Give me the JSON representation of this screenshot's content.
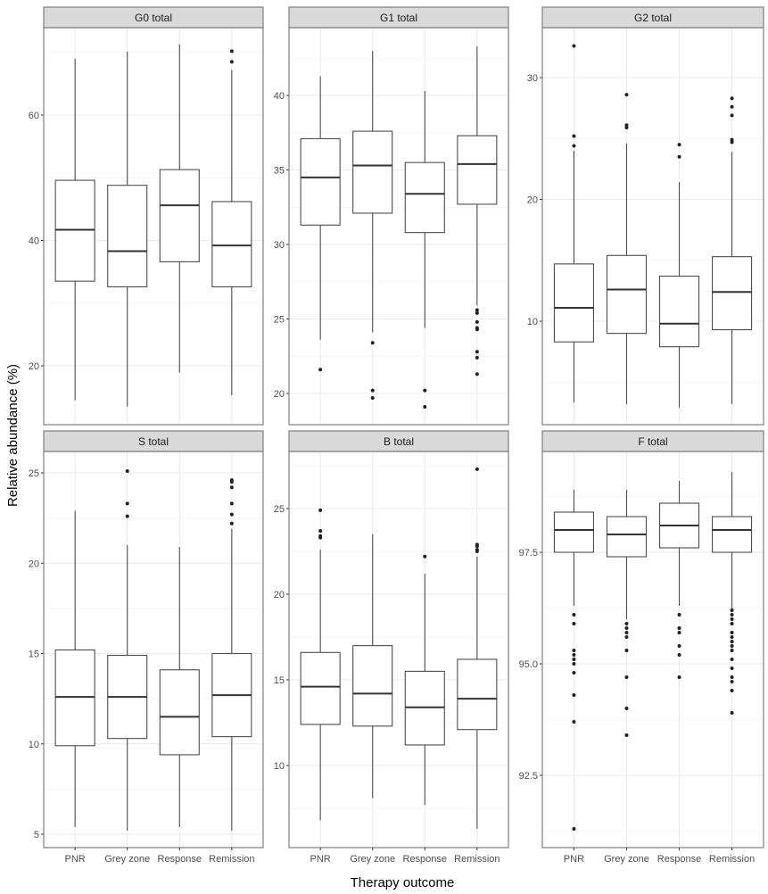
{
  "figure": {
    "ylabel": "Relative abundance (%)",
    "xlabel": "Therapy outcome",
    "categories": [
      "PNR",
      "Grey zone",
      "Response",
      "Remission"
    ]
  },
  "chart_data": [
    {
      "type": "box",
      "title": "G0 total",
      "xlabel": "Therapy outcome",
      "ylabel": "Relative abundance (%)",
      "categories": [
        "PNR",
        "Grey zone",
        "Response",
        "Remission"
      ],
      "yticks": [
        20,
        40,
        60
      ],
      "ylim": [
        10.5,
        73.5
      ],
      "grid": true,
      "boxes": [
        {
          "min": 14.5,
          "q1": 33.5,
          "median": 41.7,
          "q3": 49.6,
          "max": 69.0,
          "outliers": []
        },
        {
          "min": 13.5,
          "q1": 32.6,
          "median": 38.3,
          "q3": 48.8,
          "max": 70.1,
          "outliers": []
        },
        {
          "min": 18.9,
          "q1": 36.6,
          "median": 45.6,
          "q3": 51.3,
          "max": 71.3,
          "outliers": []
        },
        {
          "min": 15.3,
          "q1": 32.6,
          "median": 39.2,
          "q3": 46.2,
          "max": 67.2,
          "outliers": [
            68.5,
            70.2
          ]
        }
      ]
    },
    {
      "type": "box",
      "title": "G1 total",
      "xlabel": "Therapy outcome",
      "ylabel": "Relative abundance (%)",
      "categories": [
        "PNR",
        "Grey zone",
        "Response",
        "Remission"
      ],
      "yticks": [
        20,
        25,
        30,
        35,
        40
      ],
      "ylim": [
        18.1,
        44.8
      ],
      "grid": true,
      "boxes": [
        {
          "min": 23.6,
          "q1": 31.3,
          "median": 34.5,
          "q3": 37.1,
          "max": 41.3,
          "outliers": [
            21.6
          ]
        },
        {
          "min": 24.1,
          "q1": 32.1,
          "median": 35.3,
          "q3": 37.6,
          "max": 43.0,
          "outliers": [
            23.4,
            20.2,
            19.7
          ]
        },
        {
          "min": 24.4,
          "q1": 30.8,
          "median": 33.4,
          "q3": 35.5,
          "max": 40.3,
          "outliers": [
            20.2,
            19.1
          ]
        },
        {
          "min": 25.9,
          "q1": 32.7,
          "median": 35.4,
          "q3": 37.3,
          "max": 43.3,
          "outliers": [
            25.6,
            25.4,
            24.8,
            24.4,
            24.3,
            22.8,
            22.4,
            21.3
          ]
        }
      ]
    },
    {
      "type": "box",
      "title": "G2 total",
      "xlabel": "Therapy outcome",
      "ylabel": "Relative abundance (%)",
      "categories": [
        "PNR",
        "Grey zone",
        "Response",
        "Remission"
      ],
      "yticks": [
        10,
        20,
        30
      ],
      "ylim": [
        1.6,
        34.2
      ],
      "grid": true,
      "boxes": [
        {
          "min": 3.3,
          "q1": 8.3,
          "median": 11.1,
          "q3": 14.7,
          "max": 24.0,
          "outliers": [
            32.6,
            25.2,
            24.4
          ]
        },
        {
          "min": 3.2,
          "q1": 9.0,
          "median": 12.6,
          "q3": 15.4,
          "max": 24.6,
          "outliers": [
            28.6,
            26.1,
            25.9
          ]
        },
        {
          "min": 2.9,
          "q1": 7.9,
          "median": 9.8,
          "q3": 13.7,
          "max": 21.4,
          "outliers": [
            24.5,
            23.5
          ]
        },
        {
          "min": 3.2,
          "q1": 9.3,
          "median": 12.4,
          "q3": 15.3,
          "max": 23.9,
          "outliers": [
            28.3,
            27.6,
            26.9,
            24.9,
            24.7
          ]
        }
      ]
    },
    {
      "type": "box",
      "title": "S total",
      "xlabel": "Therapy outcome",
      "ylabel": "Relative abundance (%)",
      "categories": [
        "PNR",
        "Grey zone",
        "Response",
        "Remission"
      ],
      "yticks": [
        5,
        10,
        15,
        20,
        25
      ],
      "ylim": [
        4.2,
        26.2
      ],
      "grid": true,
      "boxes": [
        {
          "min": 5.4,
          "q1": 9.9,
          "median": 12.6,
          "q3": 15.2,
          "max": 22.9,
          "outliers": []
        },
        {
          "min": 5.2,
          "q1": 10.3,
          "median": 12.6,
          "q3": 14.9,
          "max": 21.0,
          "outliers": [
            25.1,
            23.3,
            22.6
          ]
        },
        {
          "min": 5.4,
          "q1": 9.4,
          "median": 11.5,
          "q3": 14.1,
          "max": 20.9,
          "outliers": []
        },
        {
          "min": 5.2,
          "q1": 10.4,
          "median": 12.7,
          "q3": 15.0,
          "max": 21.9,
          "outliers": [
            24.6,
            24.5,
            24.2,
            23.3,
            22.7,
            22.2
          ]
        }
      ]
    },
    {
      "type": "box",
      "title": "B total",
      "xlabel": "Therapy outcome",
      "ylabel": "Relative abundance (%)",
      "categories": [
        "PNR",
        "Grey zone",
        "Response",
        "Remission"
      ],
      "yticks": [
        10,
        15,
        20,
        25
      ],
      "ylim": [
        5.2,
        28.2
      ],
      "grid": true,
      "boxes": [
        {
          "min": 6.8,
          "q1": 12.4,
          "median": 14.6,
          "q3": 16.6,
          "max": 22.6,
          "outliers": [
            24.9,
            23.7,
            23.4,
            23.3
          ]
        },
        {
          "min": 8.1,
          "q1": 12.3,
          "median": 14.2,
          "q3": 17.0,
          "max": 23.5,
          "outliers": []
        },
        {
          "min": 7.7,
          "q1": 11.2,
          "median": 13.4,
          "q3": 15.5,
          "max": 21.2,
          "outliers": [
            22.2
          ]
        },
        {
          "min": 6.3,
          "q1": 12.1,
          "median": 13.9,
          "q3": 16.2,
          "max": 22.2,
          "outliers": [
            27.3,
            22.9,
            22.8,
            22.6,
            22.5
          ]
        }
      ]
    },
    {
      "type": "box",
      "title": "F total",
      "xlabel": "Therapy outcome",
      "ylabel": "Relative abundance (%)",
      "categories": [
        "PNR",
        "Grey zone",
        "Response",
        "Remission"
      ],
      "yticks": [
        92.5,
        95.0,
        97.5
      ],
      "yticklabels": [
        "92.5",
        "95.0",
        "97.5"
      ],
      "ylim": [
        90.9,
        99.9
      ],
      "grid": true,
      "boxes": [
        {
          "min": 96.3,
          "q1": 97.5,
          "median": 98.0,
          "q3": 98.4,
          "max": 98.9,
          "outliers": [
            96.1,
            95.9,
            95.3,
            95.2,
            95.1,
            95.0,
            94.8,
            94.3,
            93.7,
            91.3
          ]
        },
        {
          "min": 96.0,
          "q1": 97.4,
          "median": 97.9,
          "q3": 98.3,
          "max": 98.9,
          "outliers": [
            95.9,
            95.8,
            95.7,
            95.6,
            95.3,
            94.7,
            94.0,
            93.4
          ]
        },
        {
          "min": 96.3,
          "q1": 97.6,
          "median": 98.1,
          "q3": 98.6,
          "max": 99.1,
          "outliers": [
            96.1,
            95.8,
            95.7,
            95.4,
            95.2,
            94.7
          ]
        },
        {
          "min": 96.2,
          "q1": 97.5,
          "median": 98.0,
          "q3": 98.3,
          "max": 99.3,
          "outliers": [
            96.2,
            96.1,
            96.0,
            95.9,
            95.7,
            95.6,
            95.5,
            95.4,
            95.3,
            95.1,
            94.9,
            94.7,
            94.6,
            94.4,
            93.9
          ]
        }
      ]
    }
  ],
  "colors": {
    "strip_fill": "#d9d9d9",
    "panel_border": "#7f7f7f",
    "grid_major": "#ebebeb",
    "grid_minor": "#f4f4f4",
    "box_line": "#4d4d4d",
    "median_line": "#333333",
    "outlier": "#222222",
    "tick_text": "#4d4d4d"
  }
}
